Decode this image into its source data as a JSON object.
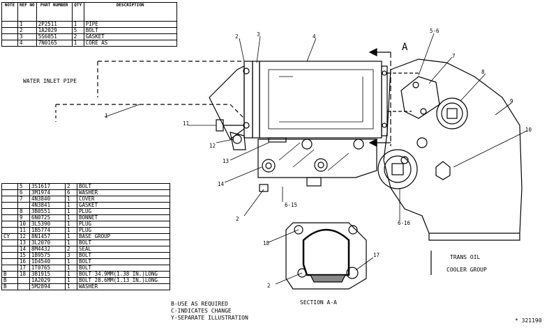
{
  "top_table": {
    "headers": {
      "note": "NOTE",
      "ref": "REF NO",
      "part": "PART NUMBER",
      "qty": "QTY",
      "desc": "DESCRIPTION"
    },
    "rows": [
      {
        "note": "",
        "ref": "1",
        "part": "2P2511",
        "qty": "1",
        "desc": "PIPE"
      },
      {
        "note": "",
        "ref": "2",
        "part": "1A2029",
        "qty": "5",
        "desc": "BOLT"
      },
      {
        "note": "",
        "ref": "3",
        "part": "5S6051",
        "qty": "2",
        "desc": "GASKET"
      },
      {
        "note": "",
        "ref": "4",
        "part": "7N0165",
        "qty": "1",
        "desc": "CORE AS"
      }
    ]
  },
  "bottom_table": {
    "rows": [
      {
        "note": "",
        "ref": "5",
        "part": "3S1617",
        "qty": "2",
        "desc": "BOLT"
      },
      {
        "note": "",
        "ref": "6",
        "part": "3M1974",
        "qty": "6",
        "desc": "WASHER"
      },
      {
        "note": "",
        "ref": "7",
        "part": "4N3840",
        "qty": "1",
        "desc": "COVER"
      },
      {
        "note": "",
        "ref": "",
        "part": "4N3841",
        "qty": "1",
        "desc": "GASKET"
      },
      {
        "note": "",
        "ref": "8",
        "part": "3B0551",
        "qty": "1",
        "desc": "PLUG"
      },
      {
        "note": "",
        "ref": "9",
        "part": "6N0725",
        "qty": "1",
        "desc": "BONNET"
      },
      {
        "note": "",
        "ref": "10",
        "part": "3L5390",
        "qty": "1",
        "desc": "PLUG"
      },
      {
        "note": "",
        "ref": "11",
        "part": "1B5774",
        "qty": "1",
        "desc": "PLUG"
      },
      {
        "note": "CY",
        "ref": "12",
        "part": "8N1457",
        "qty": "1",
        "desc": "BASE GROUP"
      },
      {
        "note": "",
        "ref": "13",
        "part": "3L2070",
        "qty": "1",
        "desc": "BOLT"
      },
      {
        "note": "",
        "ref": "14",
        "part": "8M4432",
        "qty": "2",
        "desc": "SEAL"
      },
      {
        "note": "",
        "ref": "15",
        "part": "1B9575",
        "qty": "3",
        "desc": "BOLT"
      },
      {
        "note": "",
        "ref": "16",
        "part": "1D4540",
        "qty": "1",
        "desc": "BOLT"
      },
      {
        "note": "",
        "ref": "17",
        "part": "1T0765",
        "qty": "1",
        "desc": "BOLT"
      },
      {
        "note": "B",
        "ref": "18",
        "part": "3B1915",
        "qty": "1",
        "desc": "BOLT 34.9MM(1.38 IN.)LONG"
      },
      {
        "note": "B",
        "ref": "",
        "part": "1A2029",
        "qty": "1",
        "desc": "BOLT 28.6MM(1.13 IN.)LONG"
      },
      {
        "note": "B",
        "ref": "",
        "part": "5M2894",
        "qty": "1",
        "desc": "WASHER"
      }
    ]
  },
  "labels": {
    "water_inlet_pipe": "WATER INLET PIPE",
    "section_arrow": "A",
    "section_title": "SECTION A-A",
    "trans_oil": "TRANS OIL",
    "cooler_group": "COOLER GROUP",
    "callouts": [
      "1",
      "2",
      "3",
      "4",
      "5-6",
      "7",
      "8",
      "9",
      "10",
      "11",
      "12",
      "13",
      "14",
      "2",
      "6-15",
      "6-16",
      "18",
      "2",
      "17"
    ]
  },
  "notes": [
    "B-USE AS REQUIRED",
    "C-INDICATES CHANGE",
    "Y-SEPARATE ILLUSTRATION"
  ],
  "figure_number": "321190",
  "figure_mark": "*"
}
